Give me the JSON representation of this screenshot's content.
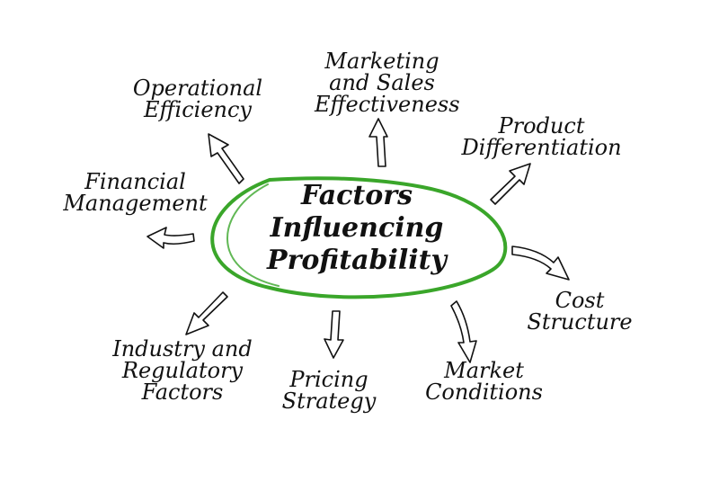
{
  "center": {
    "lines": [
      "Factors",
      "Influencing",
      "Profitability"
    ]
  },
  "factors": [
    {
      "id": "marketing",
      "lines": [
        "Marketing",
        "and Sales",
        "Effectiveness"
      ]
    },
    {
      "id": "operational",
      "lines": [
        "Operational",
        "Efficiency"
      ]
    },
    {
      "id": "product",
      "lines": [
        "Product",
        "Differentiation"
      ]
    },
    {
      "id": "financial",
      "lines": [
        "Financial",
        "Management"
      ]
    },
    {
      "id": "cost",
      "lines": [
        "Cost",
        "Structure"
      ]
    },
    {
      "id": "industry",
      "lines": [
        "Industry and",
        "Regulatory",
        "Factors"
      ]
    },
    {
      "id": "pricing",
      "lines": [
        "Pricing",
        "Strategy"
      ]
    },
    {
      "id": "market",
      "lines": [
        "Market",
        "Conditions"
      ]
    }
  ],
  "colors": {
    "ellipse": "#3aa62a",
    "text": "#111111",
    "arrow_stroke": "#111111",
    "arrow_fill": "#ffffff"
  }
}
